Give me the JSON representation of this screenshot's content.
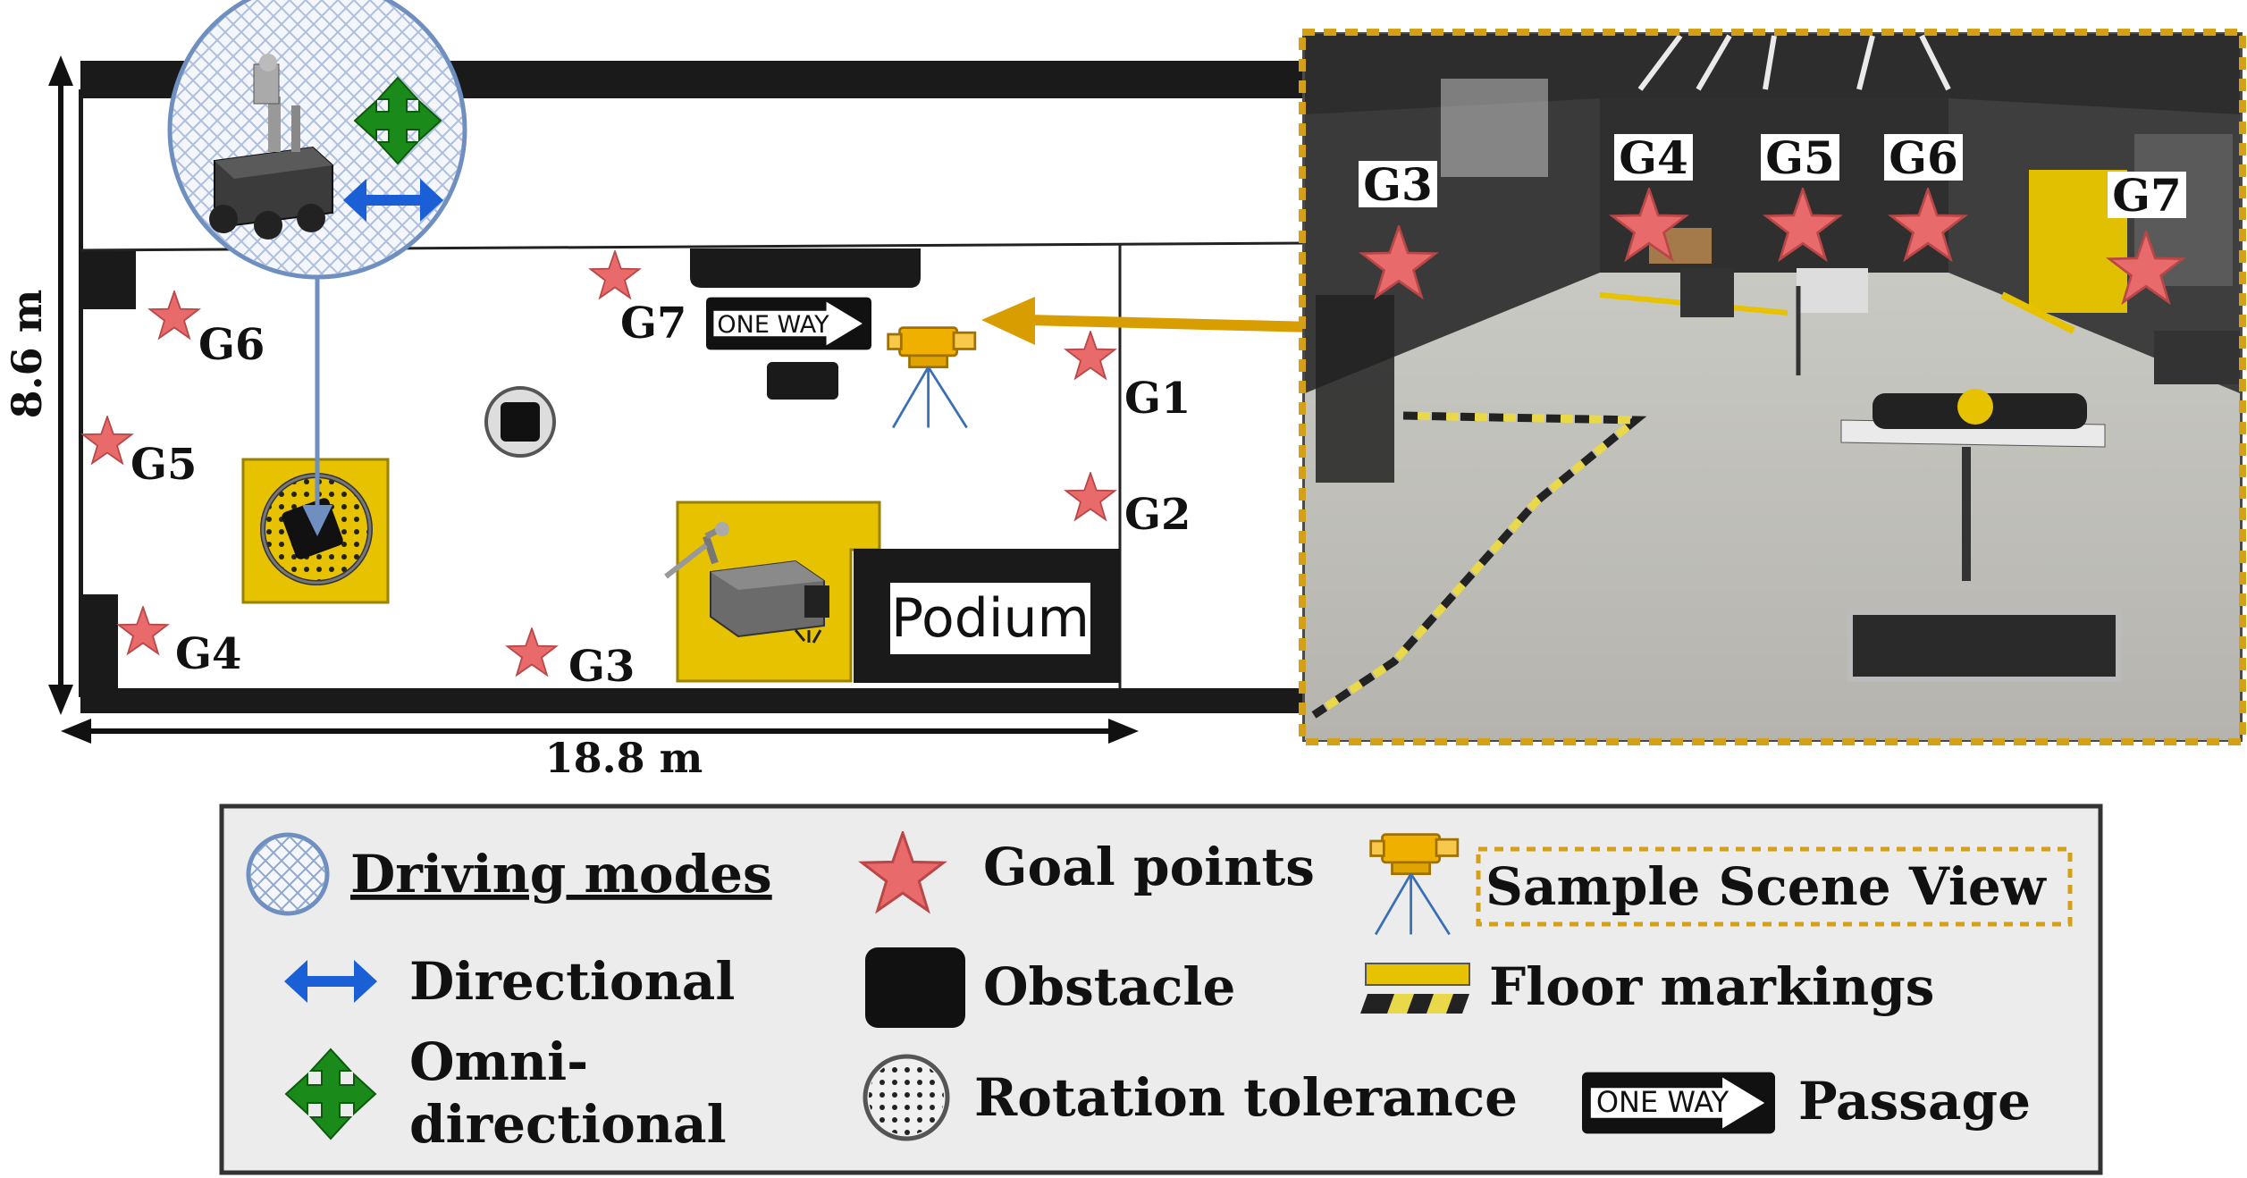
{
  "map": {
    "dimensions": {
      "width_label": "18.8 m",
      "height_label": "8.6 m"
    },
    "podium_label": "Podium",
    "one_way_label": "ONE WAY",
    "goals": [
      {
        "id": "G1",
        "label": "G1"
      },
      {
        "id": "G2",
        "label": "G2"
      },
      {
        "id": "G3",
        "label": "G3"
      },
      {
        "id": "G4",
        "label": "G4"
      },
      {
        "id": "G5",
        "label": "G5"
      },
      {
        "id": "G6",
        "label": "G6"
      },
      {
        "id": "G7",
        "label": "G7"
      }
    ]
  },
  "photo": {
    "goal_labels": [
      "G3",
      "G4",
      "G5",
      "G6",
      "G7"
    ]
  },
  "legend": {
    "driving_modes": "Driving modes",
    "directional": "Directional",
    "omni_line1": "Omni-",
    "omni_line2": "directional",
    "goal_points": "Goal points",
    "obstacle": "Obstacle",
    "rotation_tolerance": "Rotation tolerance",
    "sample_scene_view": "Sample Scene View",
    "floor_markings": "Floor markings",
    "passage": "Passage",
    "one_way": "ONE WAY"
  },
  "colors": {
    "goal_star": "#e86a6a",
    "directional_arrow": "#1a5fd6",
    "omni_arrow": "#1a8a1a",
    "floor_marking_yellow": "#e6c200",
    "dashed_frame": "#d4a017",
    "camera": "#f0b000",
    "inset_border": "#6f8fc0"
  }
}
